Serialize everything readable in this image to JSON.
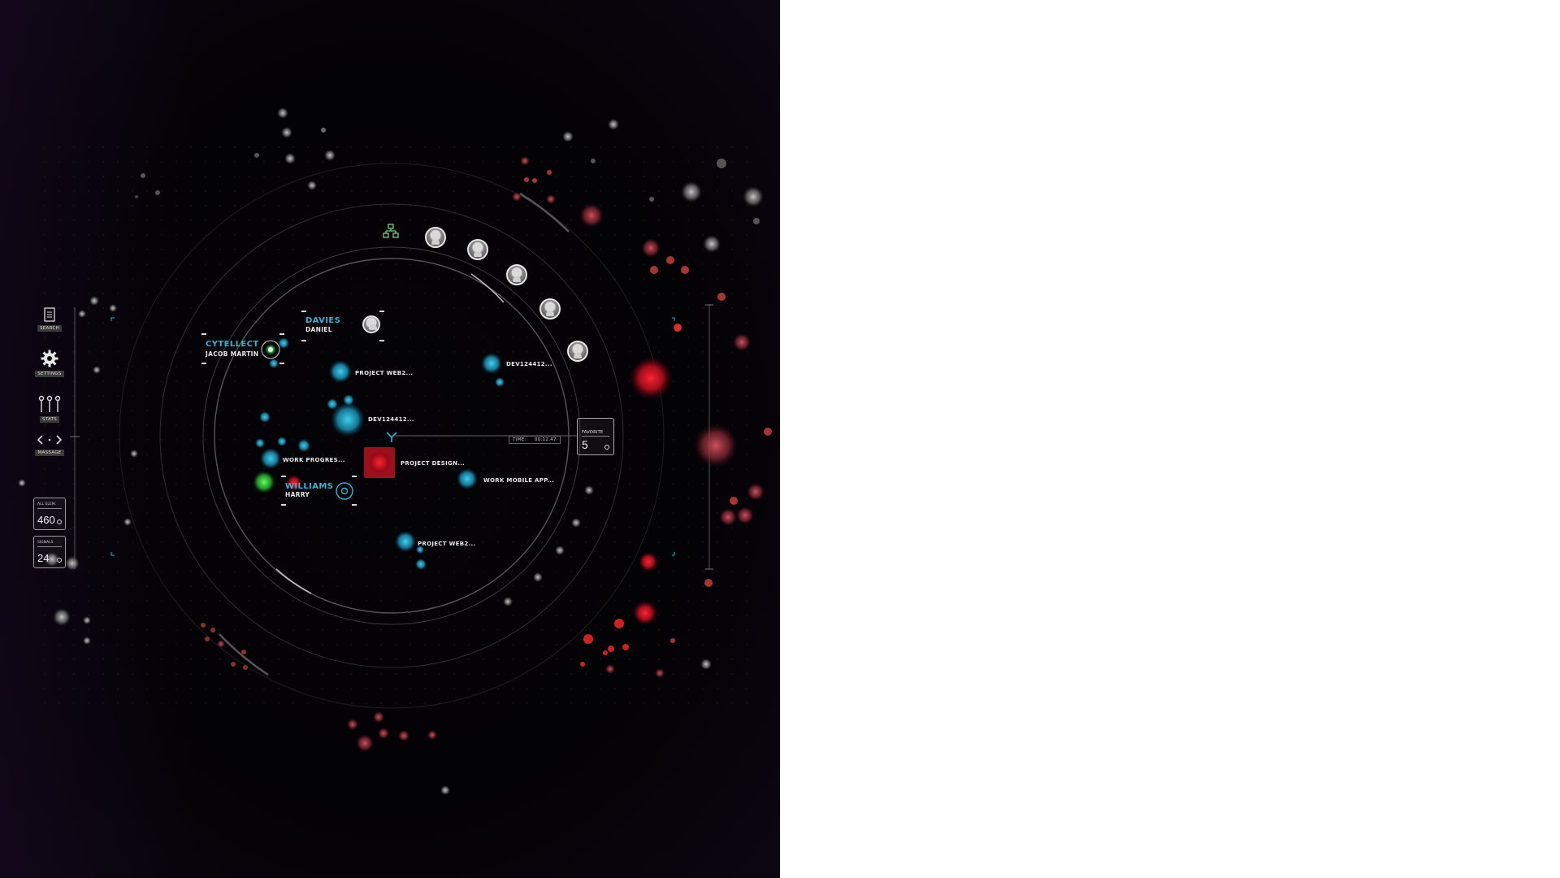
{
  "sidebar": {
    "items": [
      {
        "label": "SEARCH",
        "icon": "document-icon"
      },
      {
        "label": "SETTINGS",
        "icon": "gear-icon"
      },
      {
        "label": "STATS",
        "icon": "sliders-icon"
      },
      {
        "label": "MASSAGE",
        "icon": "code-arrows-icon"
      }
    ],
    "counters": [
      {
        "caption": "ALL ELEM.",
        "value": "460"
      },
      {
        "caption": "SIGNALS",
        "value": "24"
      }
    ]
  },
  "users": {
    "cytellect": {
      "company": "CYTELLECT",
      "name": "JACOB MARTIN"
    },
    "davies": {
      "surname": "DAVIES",
      "name": "DANIEL"
    },
    "williams": {
      "surname": "WILLIAMS",
      "name": "HARRY"
    }
  },
  "nodes": {
    "project_web2_a": "PROJECT WEB2...",
    "dev_a": "DEV124412...",
    "dev_b": "DEV124412...",
    "work_progress": "WORK PROGRES...",
    "project_design": "PROJECT DESIGN...",
    "work_mobile": "WORK MOBILE APP...",
    "project_web2_b": "PROJECT WEB2..."
  },
  "timer": {
    "label": "TIME:",
    "value": "00:12.47"
  },
  "favorite": {
    "caption": "FAVORITE",
    "value": "5"
  },
  "colors": {
    "cyan": "#2fb6d8",
    "red": "#e01a2a",
    "green": "#3ddc4a",
    "grey": "#8a8a8a"
  }
}
